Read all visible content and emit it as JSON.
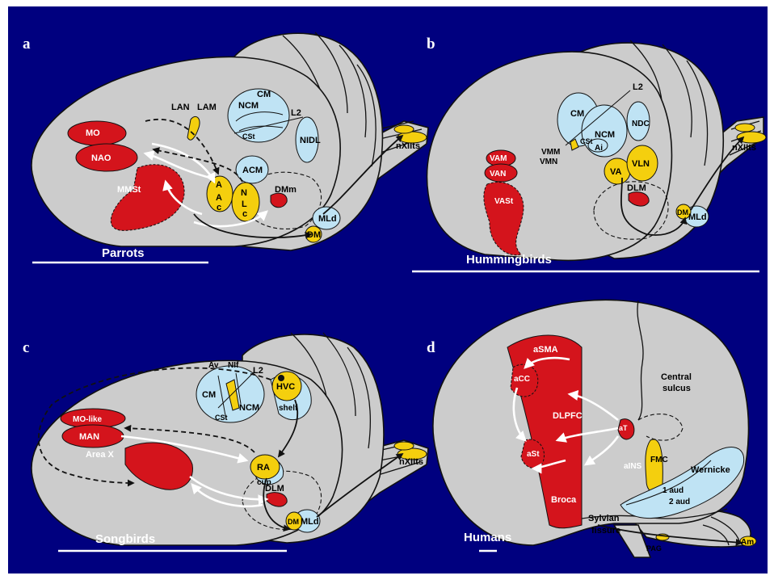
{
  "colors": {
    "background": "#00007f",
    "brain": "#cccccc",
    "motor": "#d4141c",
    "vocal_nuclei": "#f4cf0e",
    "auditory": "#bfe3f4"
  },
  "panels": {
    "a": {
      "letter": "a",
      "group": "Parrots",
      "labels": {
        "mo": "MO",
        "nao": "NAO",
        "mmst": "MMSt",
        "lan": "LAN",
        "lam": "LAM",
        "ncm": "NCM",
        "cm": "CM",
        "l2": "L2",
        "cst": "CSt",
        "nidl": "NIDL",
        "acm": "ACM",
        "aac_a": "A",
        "aac_a2": "A",
        "aac_c": "c",
        "nlc_n": "N",
        "nlc_l": "L",
        "nlc_c": "c",
        "dmm": "DMm",
        "mld": "MLd",
        "dm": "DM",
        "nxiits": "nXIIts"
      }
    },
    "b": {
      "letter": "b",
      "group": "Hummingbirds",
      "labels": {
        "vam": "VAM",
        "van": "VAN",
        "vast": "VASt",
        "cm": "CM",
        "l2": "L2",
        "ncm": "NCM",
        "ndc": "NDC",
        "cst": "CSt",
        "vmm": "VMM",
        "vmn": "VMN",
        "ai": "Ai",
        "va": "VA",
        "vln": "VLN",
        "dlm": "DLM",
        "mld": "MLd",
        "dm": "DM",
        "nxiits": "nXIIts"
      }
    },
    "c": {
      "letter": "c",
      "group": "Songbirds",
      "labels": {
        "av": "Av",
        "nif": "NIf",
        "l2": "L2",
        "hvc": "HVC",
        "shelf": "shelf",
        "cm": "CM",
        "ncm": "NCM",
        "cst": "CSt",
        "mo_like": "MO-like",
        "man": "MAN",
        "area_x": "Area X",
        "ra": "RA",
        "cup": "cup",
        "dlm": "DLM",
        "mld": "MLd",
        "dm": "DM",
        "nxiits": "nXIIts"
      }
    },
    "d": {
      "letter": "d",
      "group": "Humans",
      "labels": {
        "asma": "aSMA",
        "acc": "aCC",
        "dlpfc": "DLPFC",
        "at": "aT",
        "ast": "aSt",
        "broca": "Broca",
        "ains": "aINS",
        "fmc": "FMC",
        "central_sulcus_1": "Central",
        "central_sulcus_2": "sulcus",
        "wernicke": "Wernicke",
        "aud1": "1 aud",
        "aud2": "2 aud",
        "sylvian_1": "Sylvian",
        "sylvian_2": "fissure",
        "pag": "PAG",
        "am": "Am"
      }
    }
  }
}
